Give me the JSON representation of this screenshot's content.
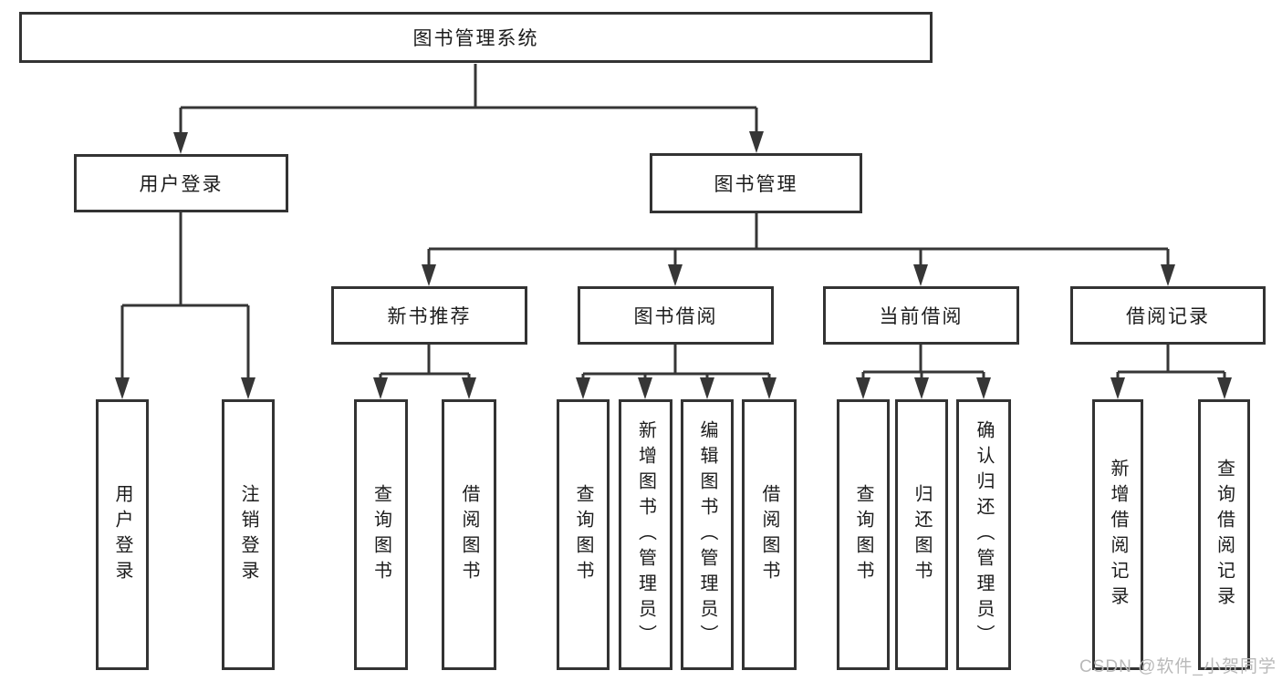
{
  "colors": {
    "line": "#363636",
    "border": "#333333",
    "text": "#1c1c1c",
    "watermark": "#b9b9b9",
    "background": "#ffffff"
  },
  "watermark": {
    "text": "CSDN @软件_小贺同学"
  },
  "tree": {
    "label": "图书管理系统",
    "children": [
      {
        "label": "用户登录",
        "children": [
          {
            "label": "用户登录"
          },
          {
            "label": "注销登录"
          }
        ]
      },
      {
        "label": "图书管理",
        "children": [
          {
            "label": "新书推荐",
            "children": [
              {
                "label": "查询图书"
              },
              {
                "label": "借阅图书"
              }
            ]
          },
          {
            "label": "图书借阅",
            "children": [
              {
                "label": "查询图书"
              },
              {
                "label": "新增图书（管理员）"
              },
              {
                "label": "编辑图书（管理员）"
              },
              {
                "label": "借阅图书"
              }
            ]
          },
          {
            "label": "当前借阅",
            "children": [
              {
                "label": "查询图书"
              },
              {
                "label": "归还图书"
              },
              {
                "label": "确认归还（管理员）"
              }
            ]
          },
          {
            "label": "借阅记录",
            "children": [
              {
                "label": "新增借阅记录"
              },
              {
                "label": "查询借阅记录"
              }
            ]
          }
        ]
      }
    ]
  }
}
